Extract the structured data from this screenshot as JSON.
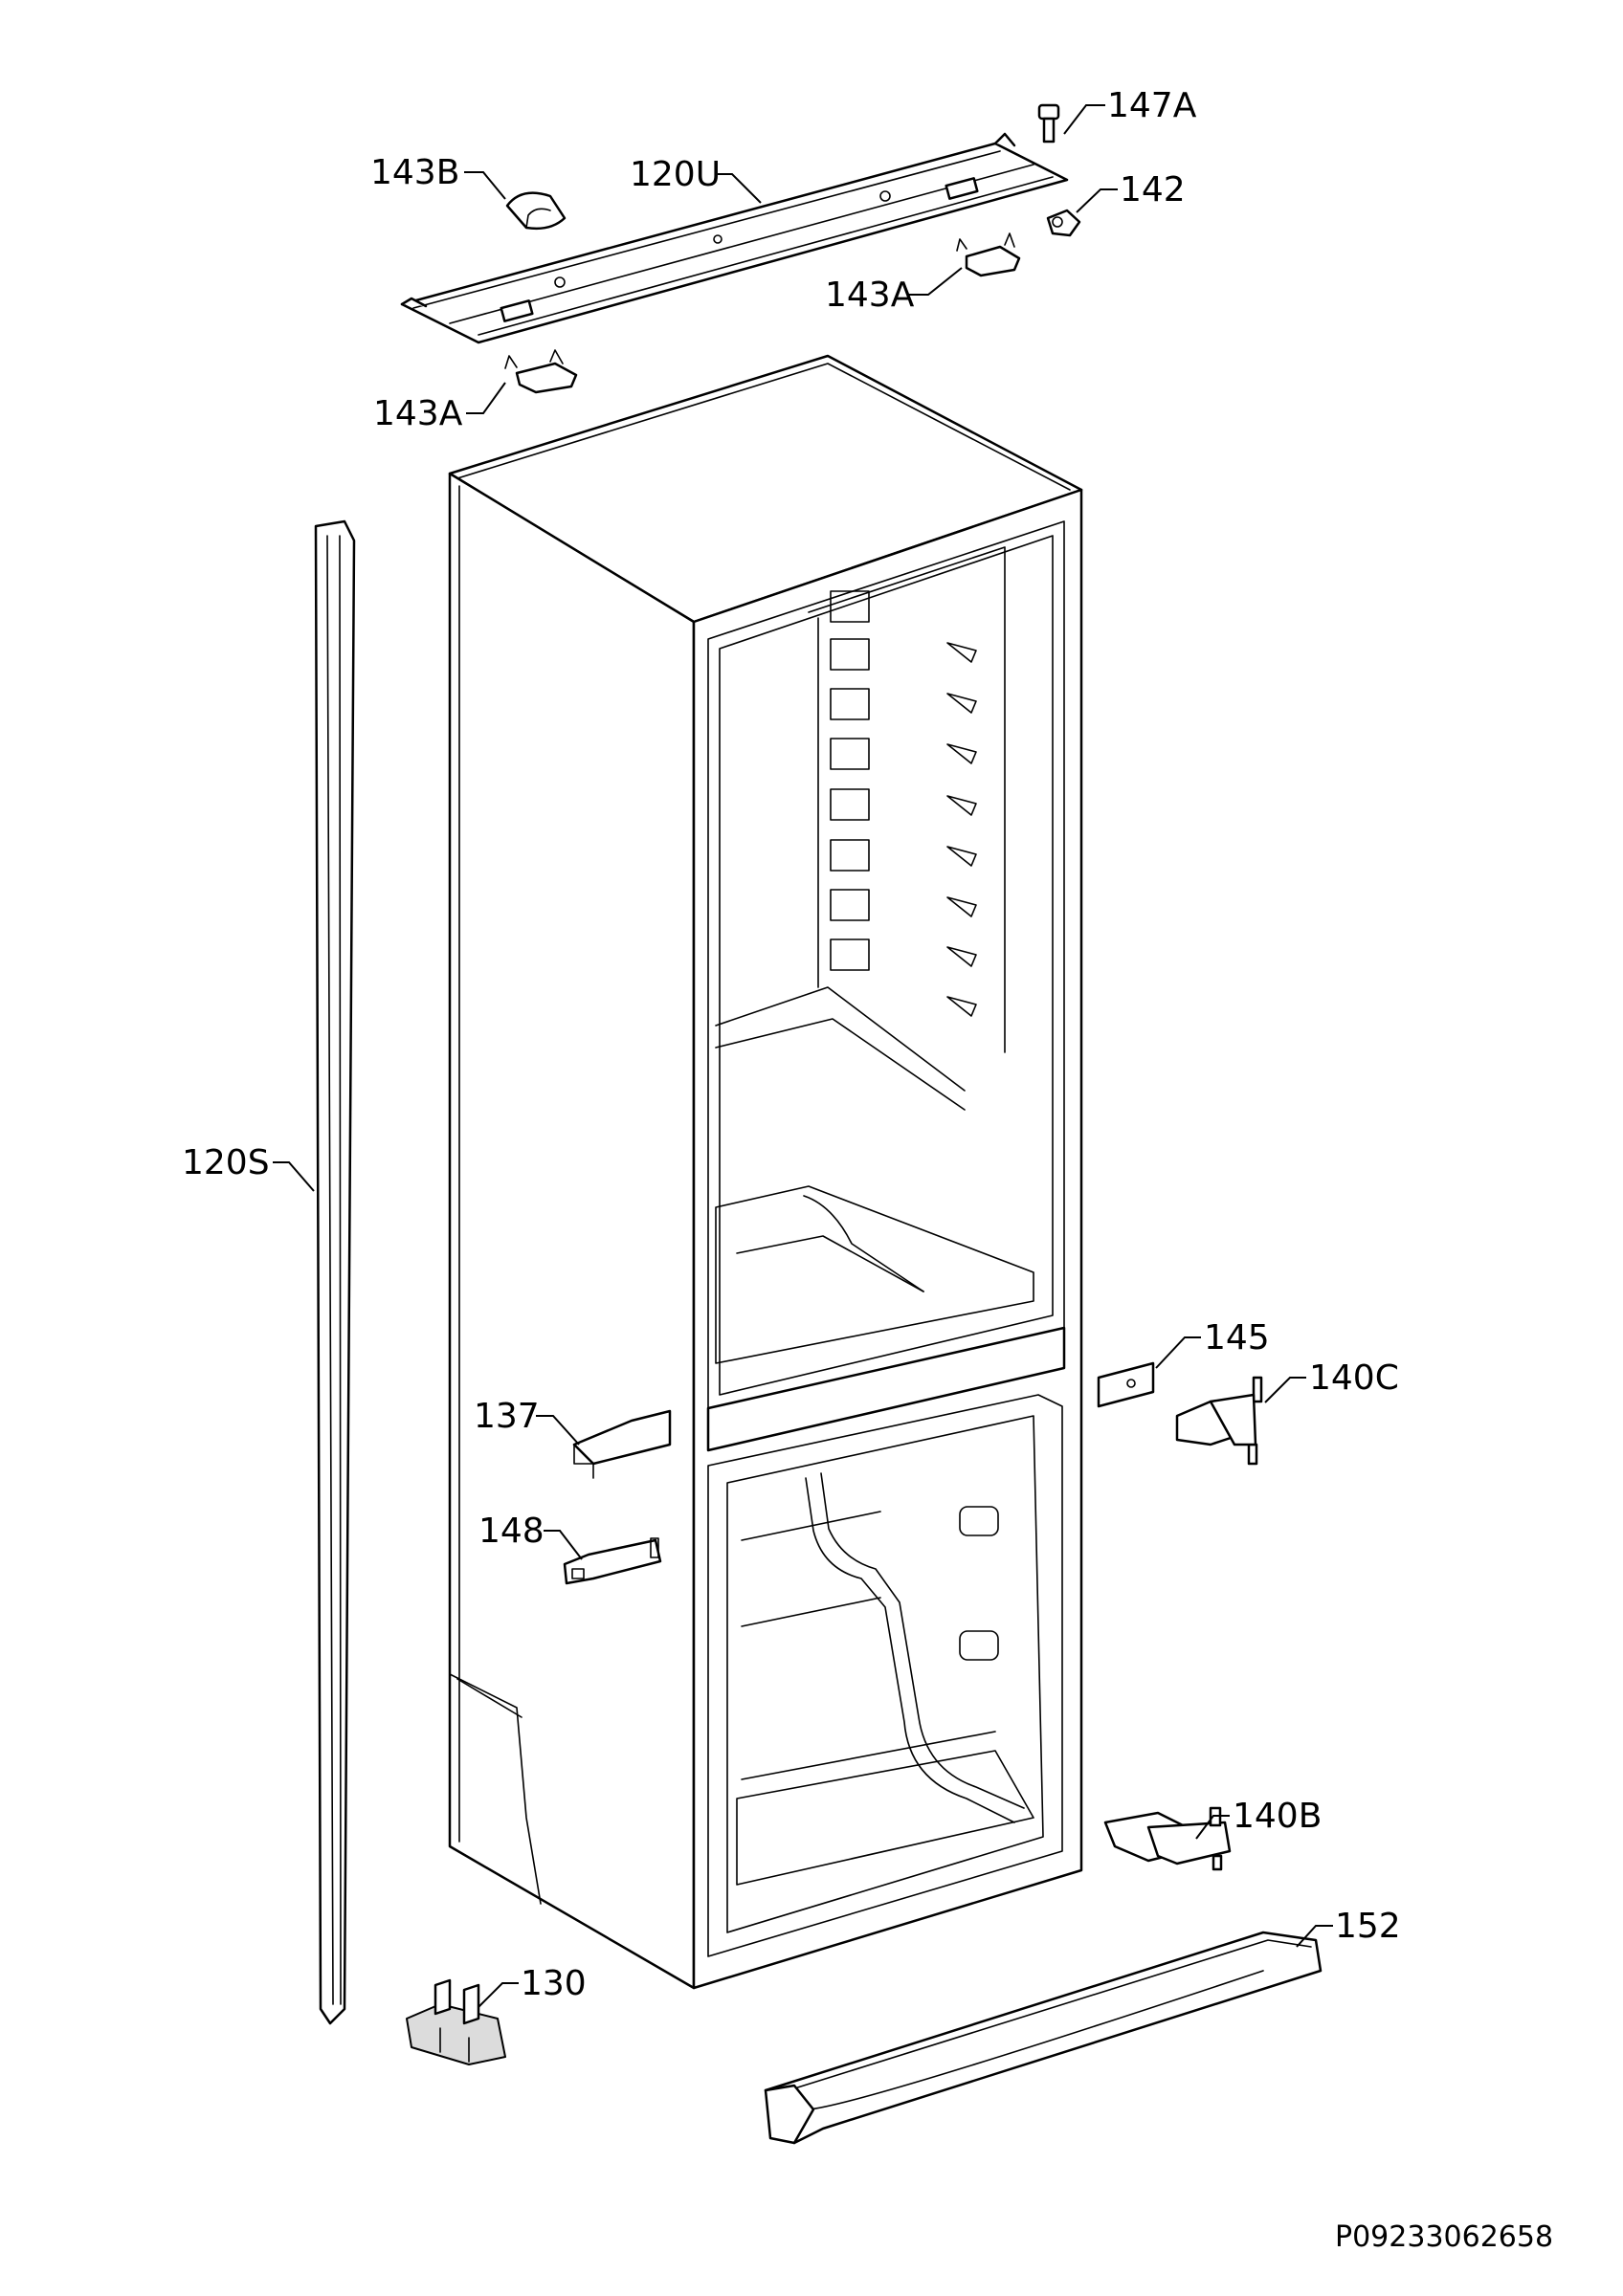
{
  "labels": {
    "p147a": "147A",
    "p143b": "143B",
    "p120u": "120U",
    "p142": "142",
    "p143a_right": "143A",
    "p143a_left": "143A",
    "p120s": "120S",
    "p145": "145",
    "p140c": "140C",
    "p137": "137",
    "p148": "148",
    "p140b": "140B",
    "p152": "152",
    "p130": "130"
  },
  "document_number": "P09233062658",
  "colors": {
    "line": "#000000",
    "background": "#ffffff",
    "shade": "#dcdcdc"
  }
}
